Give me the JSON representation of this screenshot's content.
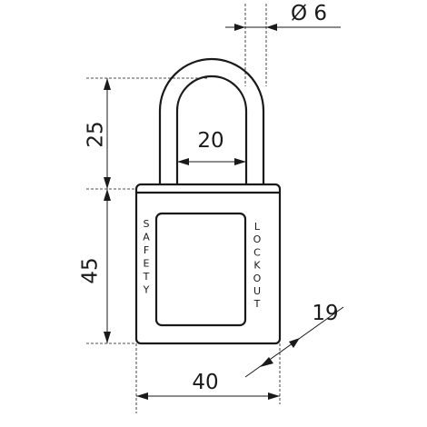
{
  "dimensions": {
    "shackle_diameter": "Ø 6",
    "shackle_height": "25",
    "shackle_inner_width": "20",
    "body_height": "45",
    "body_thickness": "19",
    "body_width": "40"
  },
  "body_labels": {
    "left": "SAFETY",
    "right": "LOCKOUT"
  },
  "colors": {
    "stroke": "#1a1a1a",
    "background": "#ffffff"
  }
}
